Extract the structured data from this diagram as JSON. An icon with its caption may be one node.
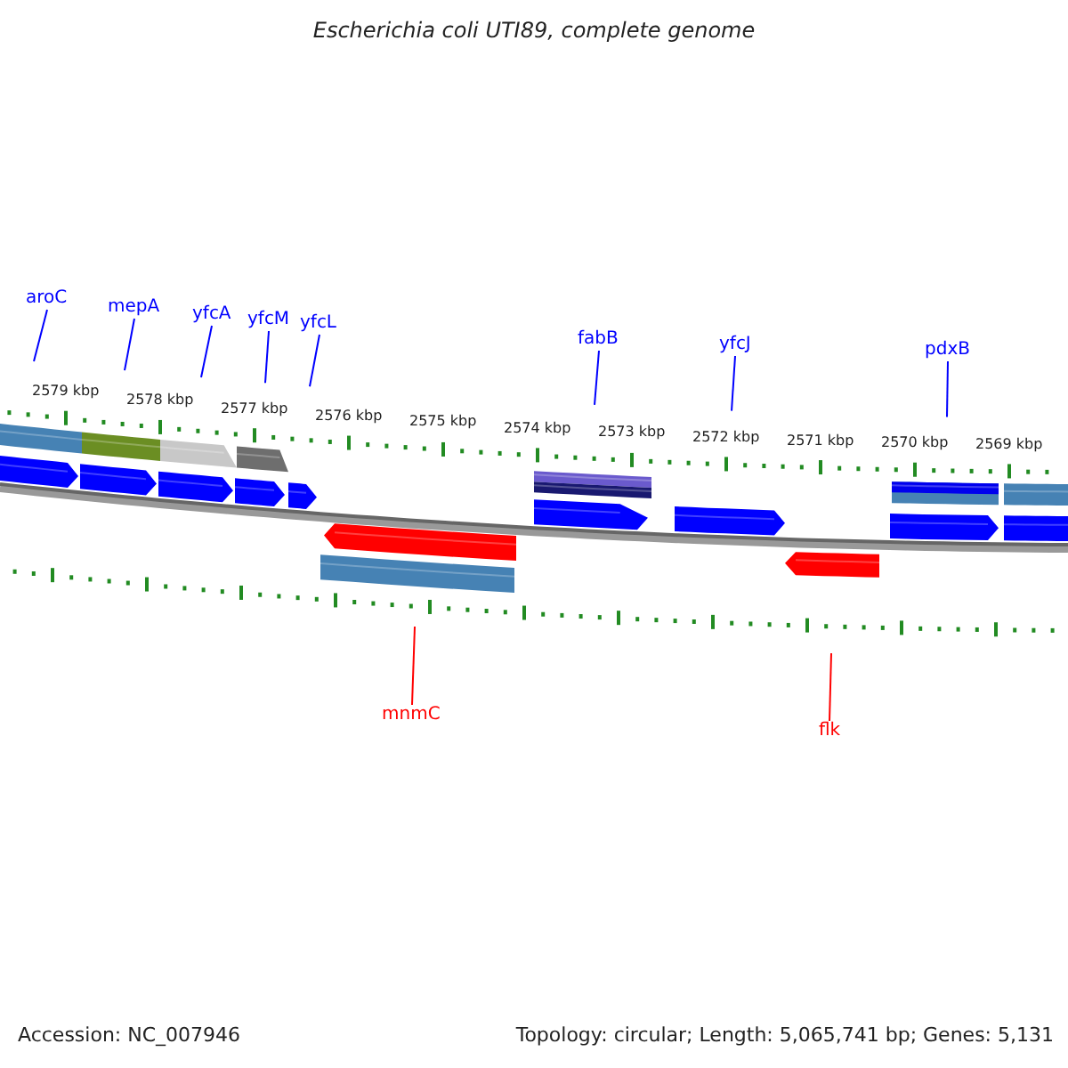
{
  "diagram": {
    "title": "Escherichia coli UTI89, complete genome",
    "nodes": [
      {
        "text": [
          "aroC"
        ]
      },
      {
        "text": [
          "mepA"
        ]
      },
      {
        "text": [
          "yfcA"
        ]
      },
      {
        "text": [
          "yfcM"
        ]
      },
      {
        "text": [
          "yfcL"
        ]
      },
      {
        "text": [
          "fabB"
        ]
      },
      {
        "text": [
          "yfcJ"
        ]
      },
      {
        "text": [
          "pdxB"
        ]
      },
      {
        "text": [
          "mnmC"
        ]
      },
      {
        "text": [
          "flk"
        ]
      }
    ],
    "edges": [
      {
        "from": 0,
        "to": null,
        "arrow": "none"
      },
      {
        "from": 1,
        "to": null,
        "arrow": "none"
      },
      {
        "from": 2,
        "to": null,
        "arrow": "none"
      },
      {
        "from": 3,
        "to": null,
        "arrow": "none"
      },
      {
        "from": 4,
        "to": null,
        "arrow": "none"
      },
      {
        "from": 5,
        "to": null,
        "arrow": "none"
      },
      {
        "from": 6,
        "to": null,
        "arrow": "none"
      },
      {
        "from": 7,
        "to": null,
        "arrow": "none"
      },
      {
        "from": 8,
        "to": null,
        "arrow": "none",
        "color": "#ff0000"
      },
      {
        "from": 9,
        "to": null,
        "arrow": "none",
        "color": "#ff0000"
      }
    ],
    "labels": [
      "2579 kbp",
      "2578 kbp",
      "2577 kbp",
      "2576 kbp",
      "2575 kbp",
      "2574 kbp",
      "2573 kbp",
      "2572 kbp",
      "2571 kbp",
      "2570 kbp",
      "2569 kbp",
      "Accession: NC_007946",
      "Topology: circular; Length: 5,065,741 bp; Genes: 5,131"
    ]
  }
}
